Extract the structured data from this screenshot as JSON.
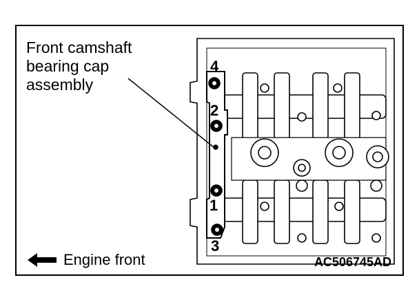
{
  "callout": {
    "label": "Front camshaft\nbearing cap\nassembly"
  },
  "legend": {
    "label": "Engine front",
    "icon": "arrow-left-icon"
  },
  "figure_id": "AC506745AD",
  "bolt_numbers": [
    "4",
    "2",
    "1",
    "3"
  ]
}
